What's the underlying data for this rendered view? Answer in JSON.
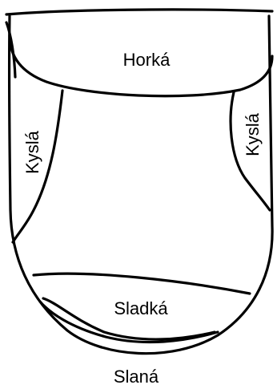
{
  "diagram": {
    "regions": {
      "top": "Horká",
      "left": "Kyslá",
      "right": "Kyslá",
      "bottom": "Sladká",
      "tip": "Slaná"
    },
    "ink_color": "#000000",
    "background_color": "#ffffff"
  }
}
